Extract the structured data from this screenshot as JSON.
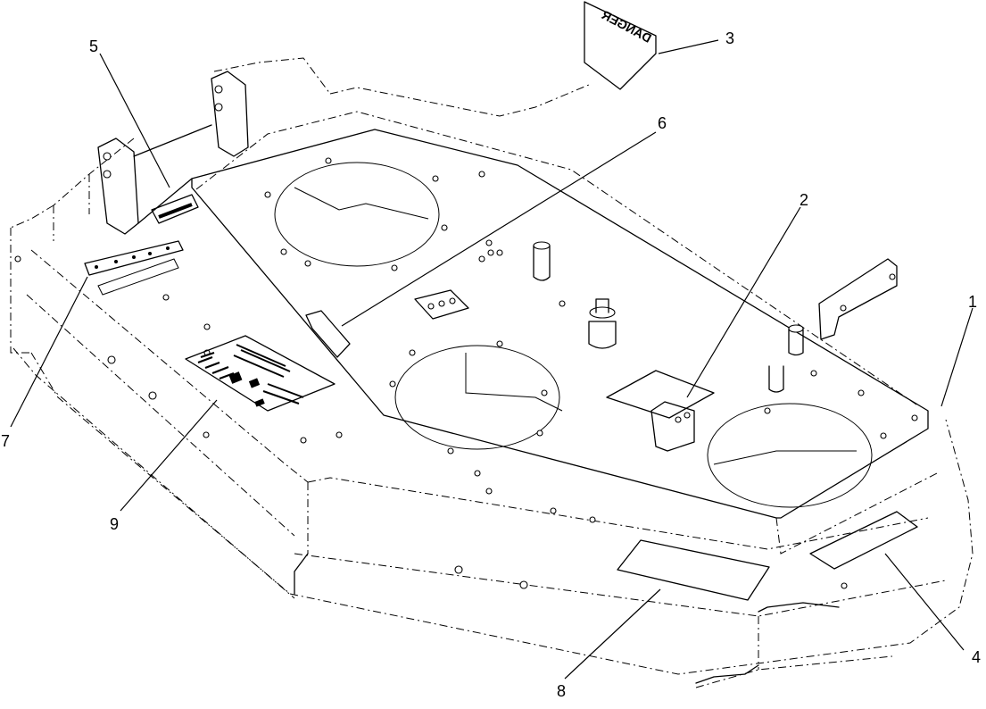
{
  "callouts": [
    {
      "id": "1",
      "label": "1"
    },
    {
      "id": "2",
      "label": "2"
    },
    {
      "id": "3",
      "label": "3"
    },
    {
      "id": "4",
      "label": "4"
    },
    {
      "id": "5",
      "label": "5"
    },
    {
      "id": "6",
      "label": "6"
    },
    {
      "id": "7",
      "label": "7"
    },
    {
      "id": "8",
      "label": "8"
    },
    {
      "id": "9",
      "label": "9"
    }
  ],
  "decals": {
    "danger": "DANGER"
  }
}
